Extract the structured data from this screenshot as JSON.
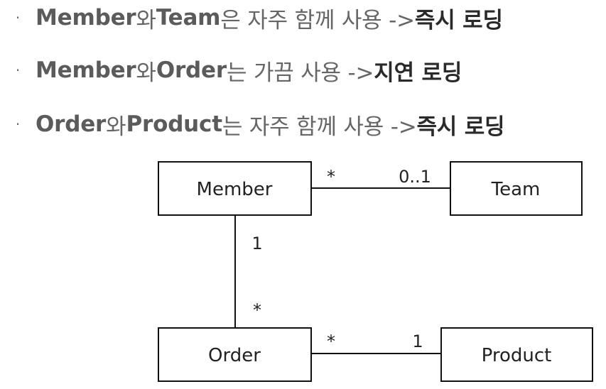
{
  "bullets": [
    {
      "a": "Member",
      "a_suffix": "와 ",
      "b": "Team",
      "b_suffix": "은 자주 함께 사용 -> ",
      "result": "즉시 로딩"
    },
    {
      "a": "Member",
      "a_suffix": "와 ",
      "b": "Order",
      "b_suffix": "는 가끔 사용 -> ",
      "result": "지연 로딩"
    },
    {
      "a": "Order",
      "a_suffix": "와 ",
      "b": "Product",
      "b_suffix": "는 자주 함께 사용 -> ",
      "result": "즉시 로딩"
    }
  ],
  "bullet_symbol": "·",
  "diagram": {
    "entities": {
      "member": "Member",
      "team": "Team",
      "order": "Order",
      "product": "Product"
    },
    "multiplicities": {
      "member_team_member_end": "*",
      "member_team_team_end": "0..1",
      "member_order_member_end": "1",
      "member_order_order_end": "*",
      "order_product_order_end": "*",
      "order_product_product_end": "1"
    }
  }
}
